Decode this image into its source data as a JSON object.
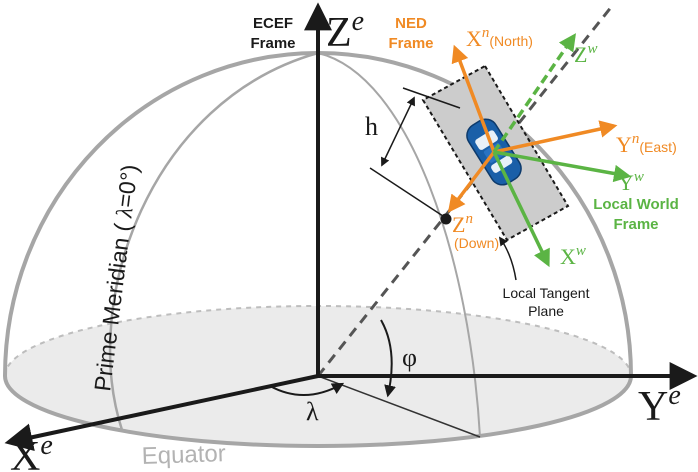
{
  "labels": {
    "ecef_frame_line1": "ECEF",
    "ecef_frame_line2": "Frame",
    "ned_frame_line1": "NED",
    "ned_frame_line2": "Frame",
    "local_world_frame_line1": "Local World",
    "local_world_frame_line2": "Frame",
    "local_tangent_plane_line1": "Local Tangent",
    "local_tangent_plane_line2": "Plane",
    "prime_meridian_prefix": "Prime Meridian ( ",
    "prime_meridian_symbol": "λ",
    "prime_meridian_suffix": "=0°)",
    "equator": "Equator",
    "height": "h",
    "longitude": "λ",
    "latitude": "φ"
  },
  "axes": {
    "ecef": {
      "z_base": "Z",
      "z_sup": "e",
      "y_base": "Y",
      "y_sup": "e",
      "x_base": "X",
      "x_sup": "e"
    },
    "ned": {
      "x_base": "X",
      "x_sup": "n",
      "x_note": "(North)",
      "y_base": "Y",
      "y_sup": "n",
      "y_note": "(East)",
      "z_base": "Z",
      "z_sup": "n",
      "z_note": "(Down)"
    },
    "world": {
      "x_base": "X",
      "x_sup": "w",
      "y_base": "Y",
      "y_sup": "w",
      "z_base": "Z",
      "z_sup": "w"
    }
  },
  "colors": {
    "ned": "#f08a24",
    "world": "#5bb444",
    "sphere": "#a6a6a6",
    "equator_text": "#b3b3b3",
    "axis": "#1a1a1a",
    "plane_fill": "#cccccc",
    "car": "#1a5fa8"
  },
  "icons": {
    "vehicle": "car-icon"
  }
}
